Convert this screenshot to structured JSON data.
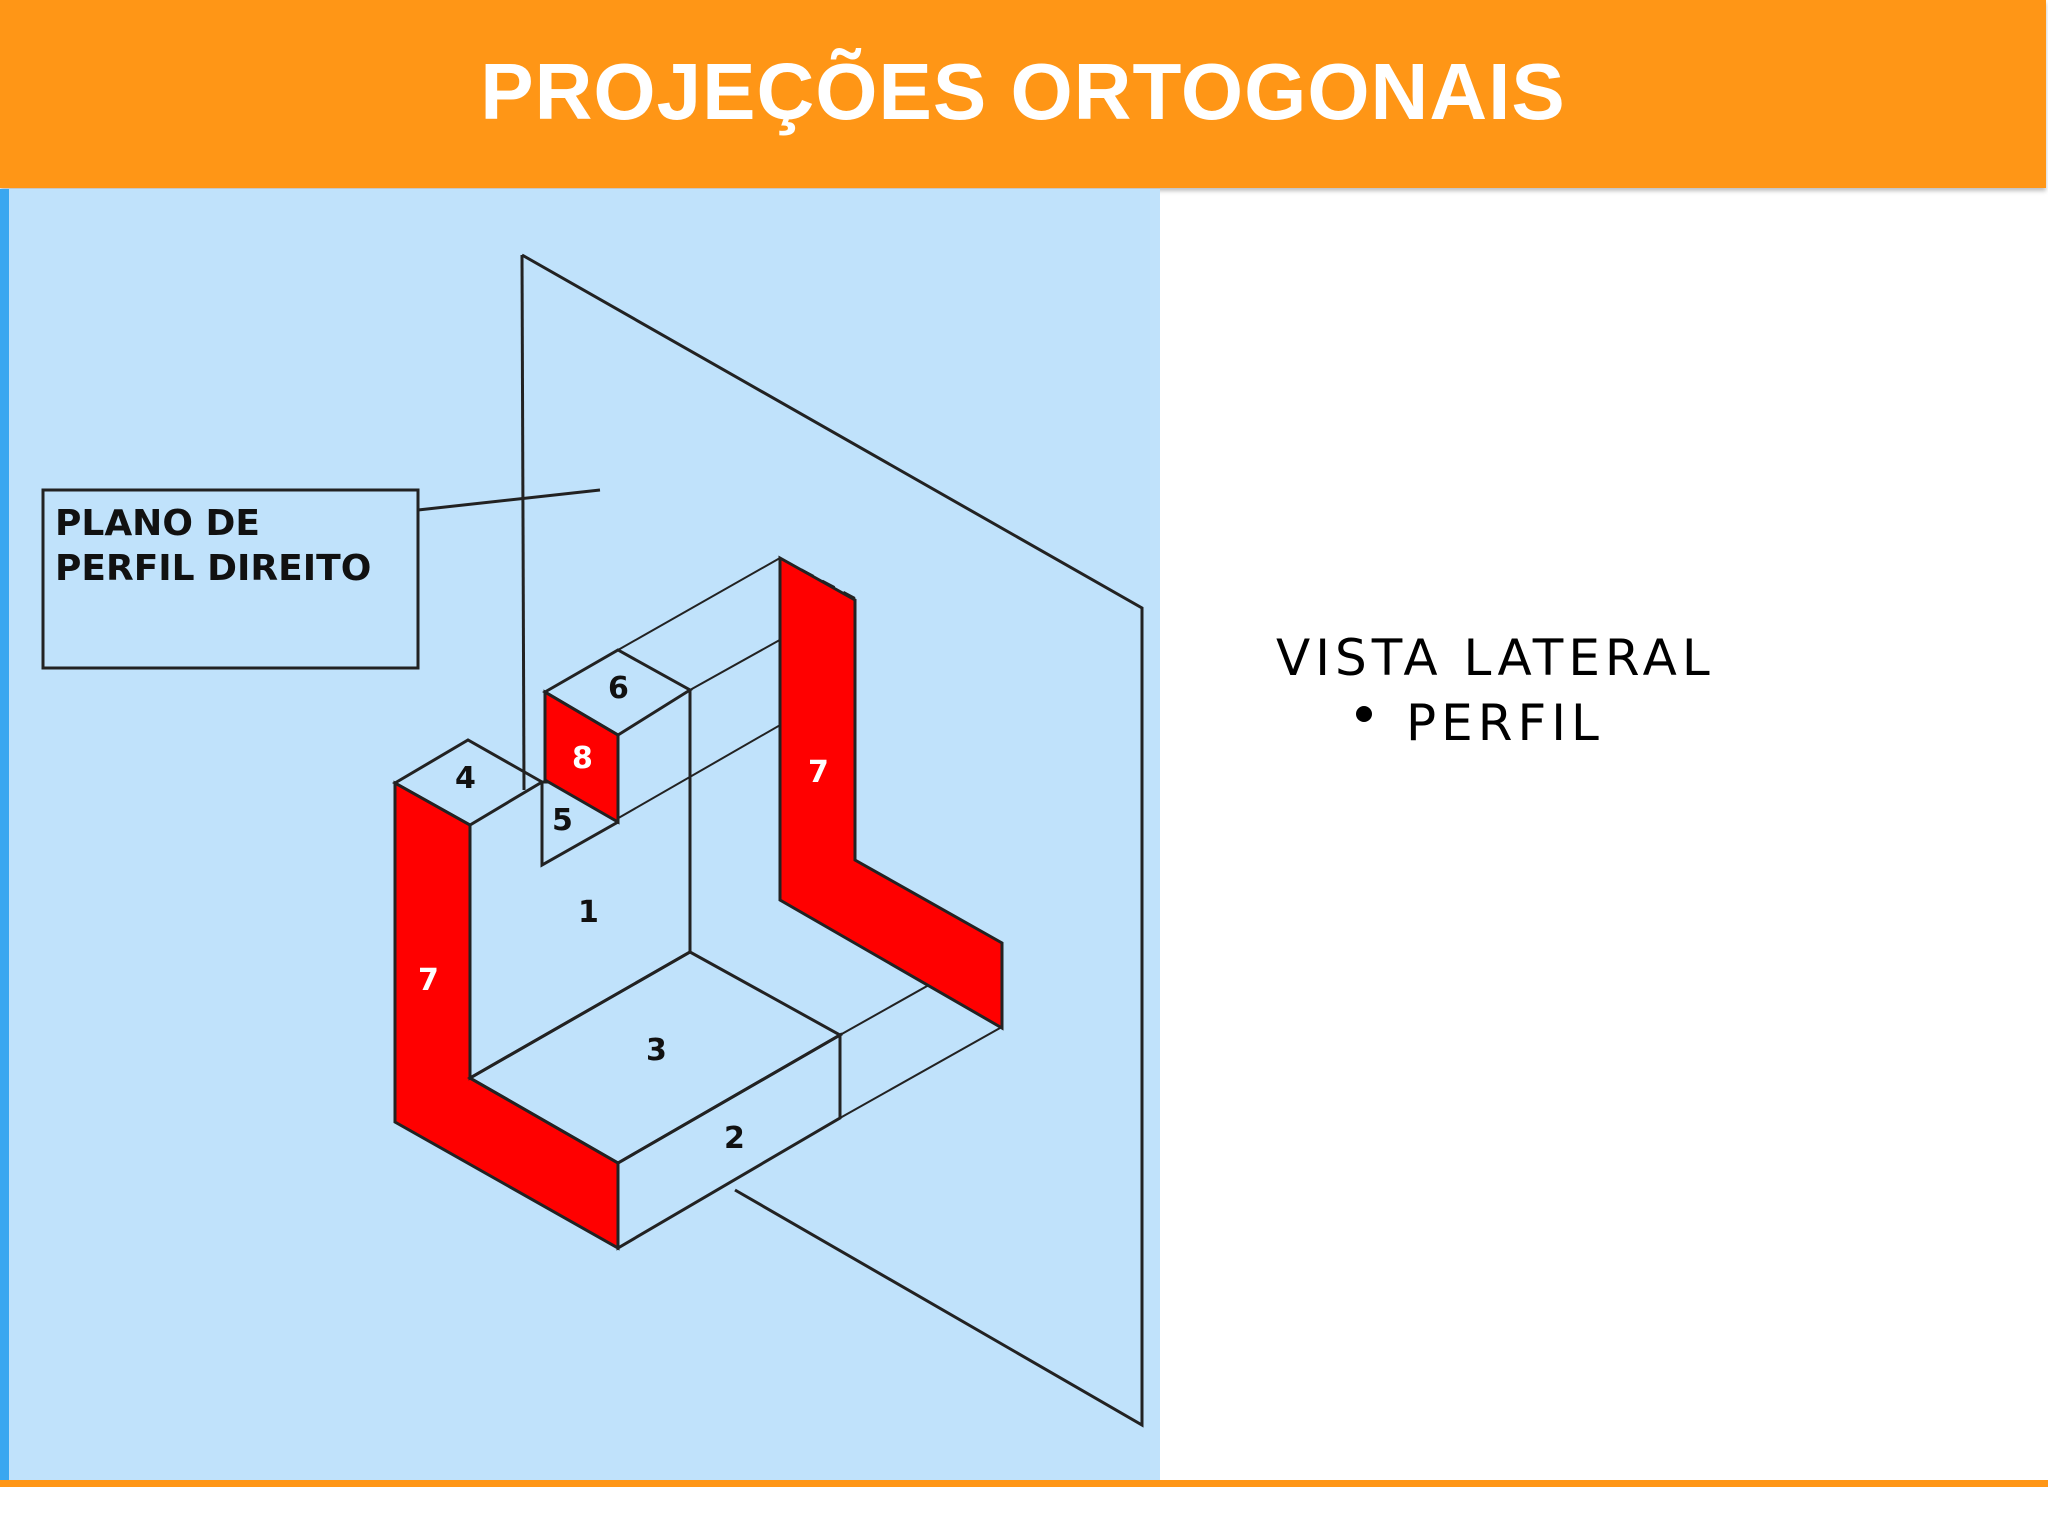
{
  "header": {
    "title": "PROJEÇÕES ORTOGONAIS"
  },
  "figure": {
    "callout": {
      "line1": "PLANO DE",
      "line2": "PERFIL DIREITO"
    },
    "face_labels": {
      "f1": "1",
      "f2": "2",
      "f3": "3",
      "f4": "4",
      "f5": "5",
      "f6": "6",
      "f7_left": "7",
      "f7_right": "7",
      "f8": "8"
    }
  },
  "caption": {
    "title": "VISTA LATERAL",
    "bullet": "PERFIL"
  },
  "colors": {
    "accent": "#ff9616",
    "panel": "#c0e2fb",
    "panel_border": "#3aa7f0",
    "highlight": "#ff0000"
  }
}
